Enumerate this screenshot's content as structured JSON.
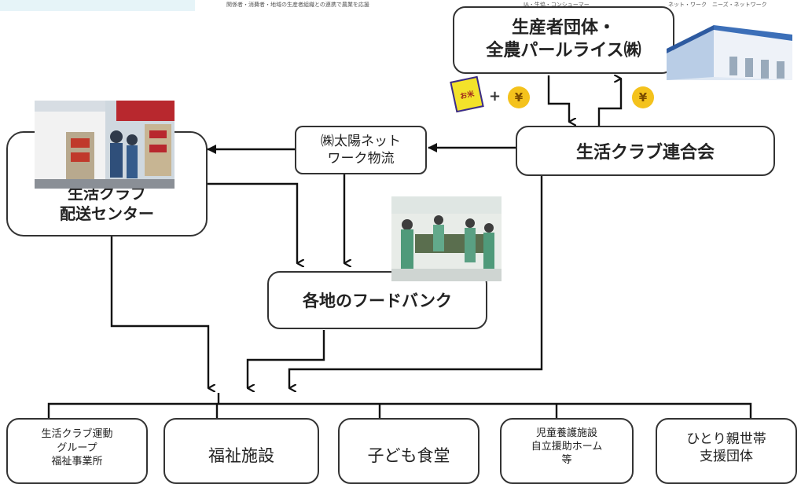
{
  "header_strip": {
    "left_text": "関係者・消費者・地域の生産者組織との連携で農業を応援",
    "center_text": "JA・生協・コンシューマー",
    "right_text": "ネット・ワーク　ニーズ・ネットワーク"
  },
  "nodes": {
    "producer": {
      "line1": "生産者団体・",
      "line2": "全農パールライス㈱"
    },
    "federation": {
      "label": "生活クラブ連合会"
    },
    "logistics": {
      "line1": "㈱太陽ネット",
      "line2": "ワーク物流"
    },
    "delivery_center": {
      "line1": "生活クラブ",
      "line2": "配送センター"
    },
    "foodbank": {
      "label": "各地のフードバンク"
    }
  },
  "recipients": [
    {
      "lines": [
        "生活クラブ運動",
        "グループ",
        "福祉事業所"
      ]
    },
    {
      "lines": [
        "福祉施設"
      ]
    },
    {
      "lines": [
        "子ども食堂"
      ]
    },
    {
      "lines": [
        "児童養護施設",
        "自立援助ホーム",
        "等"
      ]
    },
    {
      "lines": [
        "ひとり親世帯",
        "支援団体"
      ]
    }
  ],
  "icons": {
    "rice_bag_label": "お米",
    "coin_symbol": "¥",
    "plus_symbol": "+"
  }
}
